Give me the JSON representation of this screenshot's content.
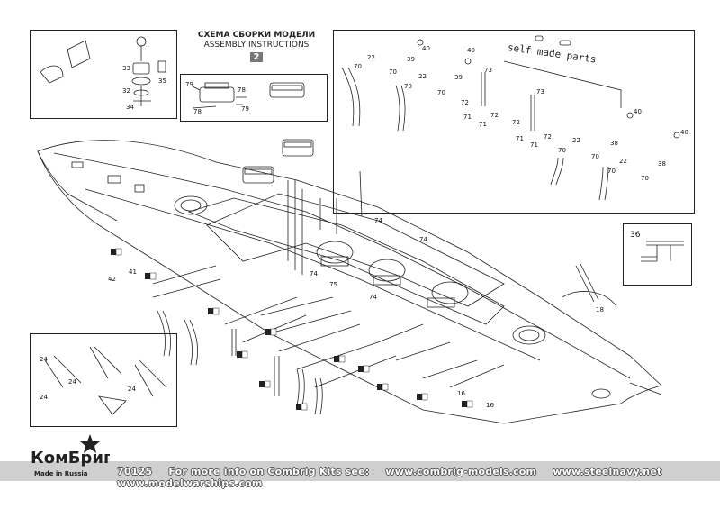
{
  "header": {
    "title_ru": "СХЕМА СБОРКИ МОДЕЛИ",
    "title_en": "ASSEMBLY INSTRUCTIONS",
    "page_number": "2"
  },
  "self_made_label": "self made parts",
  "part_labels": {
    "p33": "33",
    "p32": "32",
    "p34": "34",
    "p35": "35",
    "p79a": "79",
    "p78a": "78",
    "p78b": "78",
    "p79b": "79",
    "p40a": "40",
    "p40b": "40",
    "p40c": "40",
    "p40d": "40",
    "p39a": "39",
    "p39b": "39",
    "p22a": "22",
    "p22b": "22",
    "p22c": "22",
    "p22d": "22",
    "p70a": "70",
    "p70b": "70",
    "p70c": "70",
    "p70d": "70",
    "p70e": "70",
    "p70f": "70",
    "p70g": "70",
    "p70h": "70",
    "p73a": "73",
    "p73b": "73",
    "p72a": "72",
    "p72b": "72",
    "p72c": "72",
    "p72d": "72",
    "p71a": "71",
    "p71b": "71",
    "p71c": "71",
    "p71d": "71",
    "p38a": "38",
    "p38b": "38",
    "p36": "36",
    "p41": "41",
    "p42": "42",
    "p74a": "74",
    "p74b": "74",
    "p74c": "74",
    "p74d": "74",
    "p75": "75",
    "p18": "18",
    "p16a": "16",
    "p16b": "16",
    "p24a": "24",
    "p24b": "24",
    "p24c": "24",
    "p24d": "24"
  },
  "footer": {
    "kit_number": "70125",
    "info_text": "For more info on Combrig Kits see:",
    "url1": "www.combrig-models.com",
    "url2": "www.steelnavy.net",
    "url3": "www.modelwarships.com",
    "brand_logo": "КомБриг",
    "made_in": "Made in Russia"
  },
  "colors": {
    "line": "#222222",
    "footer_band": "#cfcfcf",
    "badge": "#777777"
  }
}
